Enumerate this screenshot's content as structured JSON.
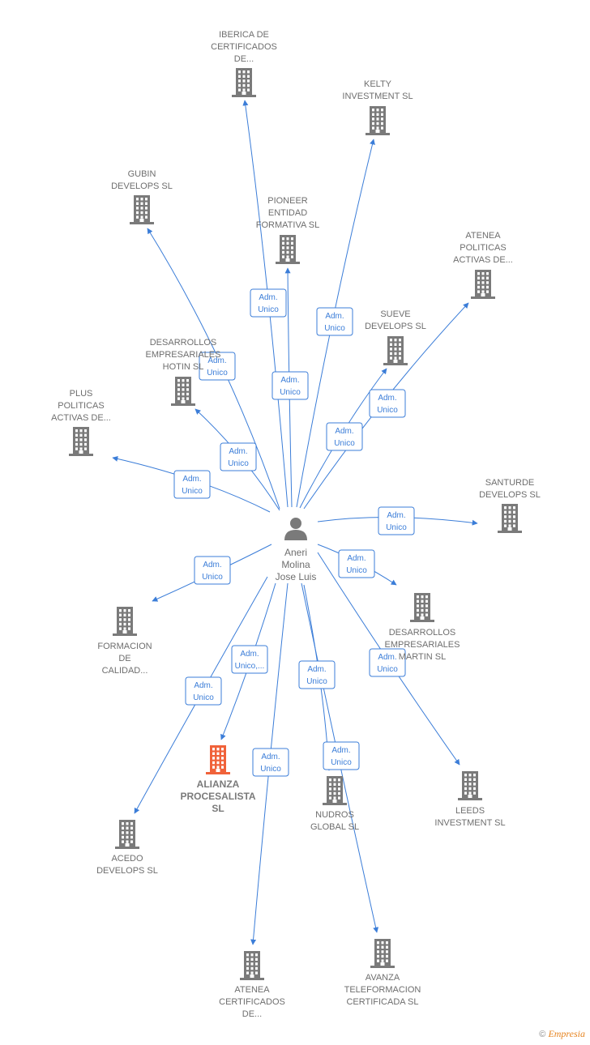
{
  "center": {
    "label": [
      "Aneri",
      "Molina",
      "Jose Luis"
    ]
  },
  "companies": [
    {
      "id": "iberica",
      "label": [
        "IBERICA DE",
        "CERTIFICADOS",
        "DE..."
      ],
      "focus": false
    },
    {
      "id": "kelty",
      "label": [
        "KELTY",
        "INVESTMENT SL"
      ],
      "focus": false
    },
    {
      "id": "gubin",
      "label": [
        "GUBIN",
        "DEVELOPS SL"
      ],
      "focus": false
    },
    {
      "id": "pioneer",
      "label": [
        "PIONEER",
        "ENTIDAD",
        "FORMATIVA SL"
      ],
      "focus": false
    },
    {
      "id": "atenea-politicas",
      "label": [
        "ATENEA",
        "POLITICAS",
        "ACTIVAS DE..."
      ],
      "focus": false
    },
    {
      "id": "sueve",
      "label": [
        "SUEVE",
        "DEVELOPS SL"
      ],
      "focus": false
    },
    {
      "id": "hotin",
      "label": [
        "DESARROLLOS",
        "EMPRESARIALES",
        "HOTIN SL"
      ],
      "focus": false
    },
    {
      "id": "plus",
      "label": [
        "PLUS",
        "POLITICAS",
        "ACTIVAS DE..."
      ],
      "focus": false
    },
    {
      "id": "santurde",
      "label": [
        "SANTURDE",
        "DEVELOPS SL"
      ],
      "focus": false
    },
    {
      "id": "formacion",
      "label": [
        "FORMACION",
        "DE",
        "CALIDAD..."
      ],
      "focus": false
    },
    {
      "id": "martin",
      "label": [
        "DESARROLLOS",
        "EMPRESARIALES",
        "MARTIN SL"
      ],
      "focus": false
    },
    {
      "id": "alianza",
      "label": [
        "ALIANZA",
        "PROCESALISTA",
        "SL"
      ],
      "focus": true
    },
    {
      "id": "nudros",
      "label": [
        "NUDROS",
        "GLOBAL SL"
      ],
      "focus": false
    },
    {
      "id": "leeds",
      "label": [
        "LEEDS",
        "INVESTMENT SL"
      ],
      "focus": false
    },
    {
      "id": "acedo",
      "label": [
        "ACEDO",
        "DEVELOPS SL"
      ],
      "focus": false
    },
    {
      "id": "atenea-certificados",
      "label": [
        "ATENEA",
        "CERTIFICADOS",
        "DE..."
      ],
      "focus": false
    },
    {
      "id": "avanza",
      "label": [
        "AVANZA",
        "TELEFORMACION",
        "CERTIFICADA SL"
      ],
      "focus": false
    }
  ],
  "edges": [
    {
      "to": "iberica",
      "role": [
        "Adm.",
        "Unico"
      ]
    },
    {
      "to": "kelty",
      "role": [
        "Adm.",
        "Unico"
      ]
    },
    {
      "to": "gubin",
      "role": [
        "Adm.",
        "Unico"
      ]
    },
    {
      "to": "pioneer",
      "role": [
        "Adm.",
        "Unico"
      ]
    },
    {
      "to": "atenea-politicas",
      "role": [
        "Adm.",
        "Unico"
      ]
    },
    {
      "to": "sueve",
      "role": [
        "Adm.",
        "Unico"
      ]
    },
    {
      "to": "hotin",
      "role": [
        "Adm.",
        "Unico"
      ]
    },
    {
      "to": "plus",
      "role": [
        "Adm.",
        "Unico"
      ]
    },
    {
      "to": "santurde",
      "role": [
        "Adm.",
        "Unico"
      ]
    },
    {
      "to": "formacion",
      "role": [
        "Adm.",
        "Unico"
      ]
    },
    {
      "to": "martin",
      "role": [
        "Adm.",
        "Unico"
      ]
    },
    {
      "to": "alianza",
      "role": [
        "Adm.",
        "Unico,..."
      ]
    },
    {
      "to": "nudros",
      "role": [
        "Adm.",
        "Unico"
      ]
    },
    {
      "to": "leeds",
      "role": [
        "Adm.",
        "Unico"
      ]
    },
    {
      "to": "acedo",
      "role": [
        "Adm.",
        "Unico"
      ]
    },
    {
      "to": "atenea-certificados",
      "role": [
        "Adm.",
        "Unico"
      ]
    },
    {
      "to": "avanza",
      "role": [
        "Adm.",
        "Unico"
      ]
    }
  ],
  "colors": {
    "edge": "#3b7dd8",
    "building": "#7a7a7a",
    "focus_building": "#f0623a",
    "person": "#7a7a7a"
  },
  "icons": {
    "company": "building-icon",
    "person": "person-icon"
  },
  "footer": {
    "copyright": "©",
    "brand": "Empresia"
  }
}
